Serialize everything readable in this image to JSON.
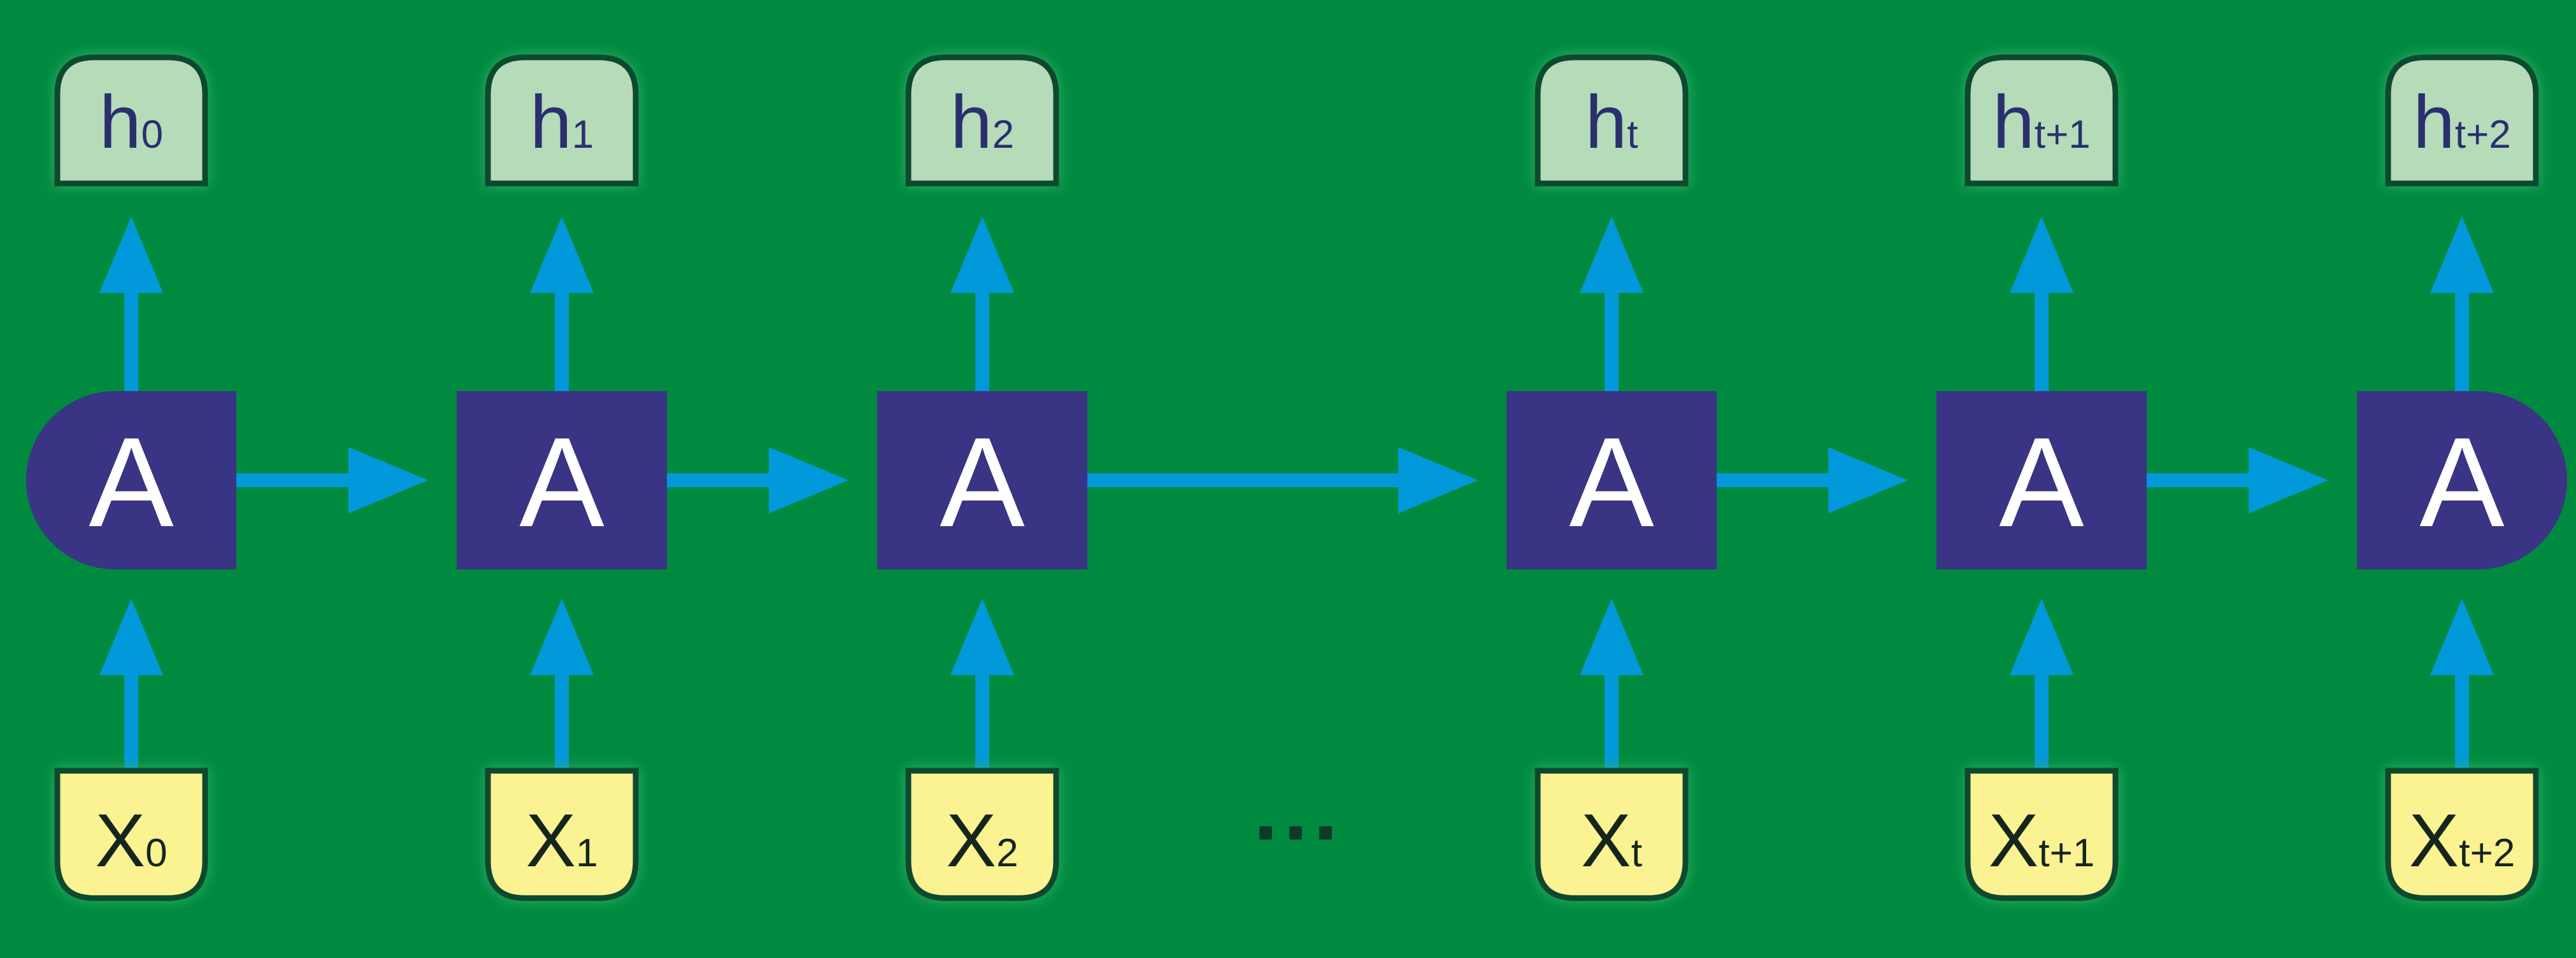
{
  "colors": {
    "background": "#008a3f",
    "cell_fill": "#3a3484",
    "arrow": "#0299da",
    "output_fill": "#b5dbb9",
    "input_fill": "#fbf291",
    "node_border": "#0d4a2e"
  },
  "cell_label": "A",
  "ellipsis": "...",
  "steps": [
    {
      "output": {
        "main": "h",
        "sub": "0"
      },
      "input": {
        "main": "X",
        "sub": "0"
      }
    },
    {
      "output": {
        "main": "h",
        "sub": "1"
      },
      "input": {
        "main": "X",
        "sub": "1"
      }
    },
    {
      "output": {
        "main": "h",
        "sub": "2"
      },
      "input": {
        "main": "X",
        "sub": "2"
      }
    },
    {
      "output": {
        "main": "h",
        "sub": "t"
      },
      "input": {
        "main": "X",
        "sub": "t"
      }
    },
    {
      "output": {
        "main": "h",
        "sub": "t+1"
      },
      "input": {
        "main": "X",
        "sub": "t+1"
      }
    },
    {
      "output": {
        "main": "h",
        "sub": "t+2"
      },
      "input": {
        "main": "X",
        "sub": "t+2"
      }
    }
  ]
}
